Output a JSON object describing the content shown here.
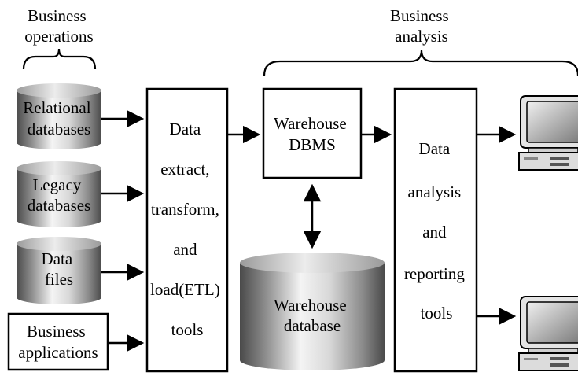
{
  "top_labels": {
    "business_operations": [
      "Business",
      "operations"
    ],
    "business_analysis": [
      "Business",
      "analysis"
    ]
  },
  "sources": {
    "relational": [
      "Relational",
      "databases"
    ],
    "legacy": [
      "Legacy",
      "databases"
    ],
    "data_files": [
      "Data",
      "files"
    ],
    "business_applications": [
      "Business",
      "applications"
    ]
  },
  "etl": [
    "Data",
    "extract,",
    "transform,",
    "and",
    "load(ETL)",
    "tools"
  ],
  "warehouse_dbms": [
    "Warehouse",
    "DBMS"
  ],
  "warehouse_database": [
    "Warehouse",
    "database"
  ],
  "analysis_tools": [
    "Data",
    "analysis",
    "and",
    "reporting",
    "tools"
  ],
  "colors": {
    "stroke": "#000000",
    "background": "#ffffff",
    "cylinder_light": "#f2f2f2",
    "cylinder_dark": "#6f6f6f",
    "monitor_screen": "#bdbdbd"
  }
}
